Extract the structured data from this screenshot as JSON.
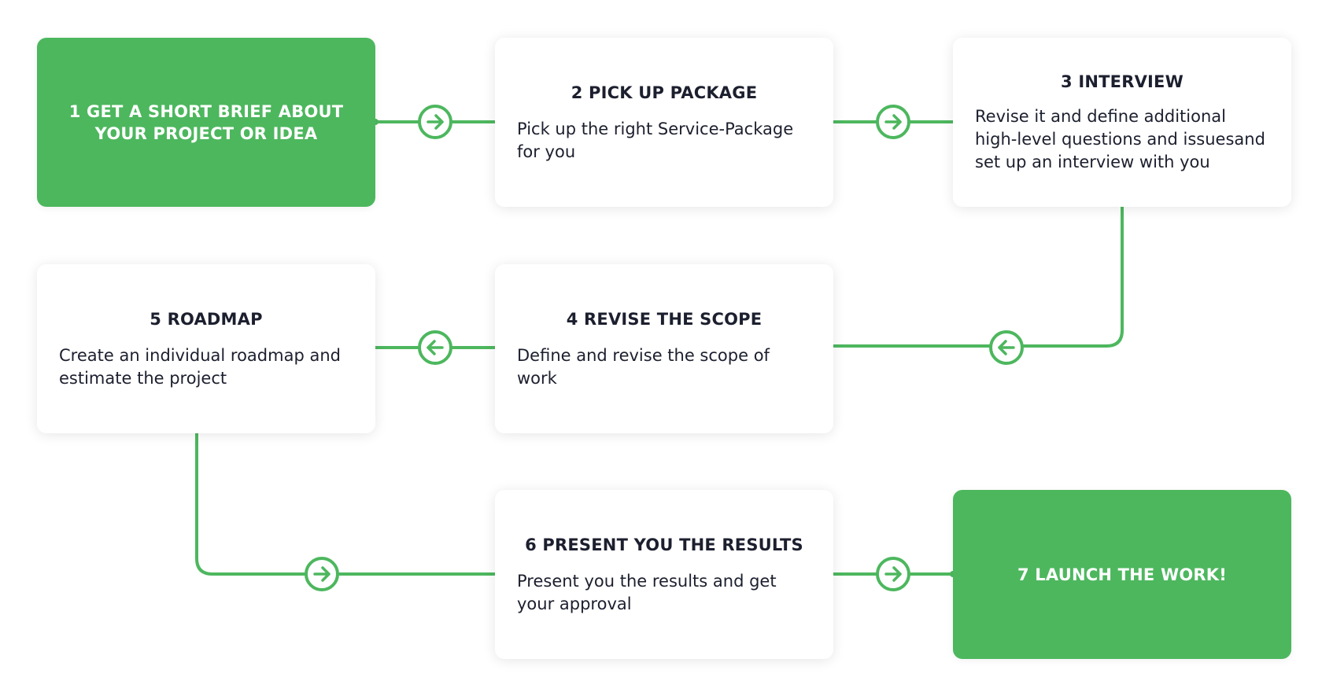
{
  "colors": {
    "accent": "#4db75e",
    "text": "#1c1f2e",
    "card": "#ffffff"
  },
  "steps": [
    {
      "title": "1 GET A SHORT BRIEF ABOUT YOUR PROJECT OR IDEA",
      "desc": ""
    },
    {
      "title": "2 PICK UP PACKAGE",
      "desc": "Pick up the right Service-Package for you"
    },
    {
      "title": "3 INTERVIEW",
      "desc": "Revise it and define additional high-level questions and issuesand set up an interview with you"
    },
    {
      "title": "4 REVISE THE SCOPE",
      "desc": "Define and revise the scope of work"
    },
    {
      "title": "5 ROADMAP",
      "desc": "Create an individual roadmap and estimate the project"
    },
    {
      "title": "6 PRESENT YOU THE RESULTS",
      "desc": "Present you the results and get your approval"
    },
    {
      "title": "7 LAUNCH THE WORK!",
      "desc": ""
    }
  ],
  "connector_icons": [
    "arrow-right-circle-icon",
    "arrow-right-circle-icon",
    "arrow-left-circle-icon",
    "arrow-left-circle-icon",
    "arrow-right-circle-icon",
    "arrow-right-circle-icon"
  ]
}
